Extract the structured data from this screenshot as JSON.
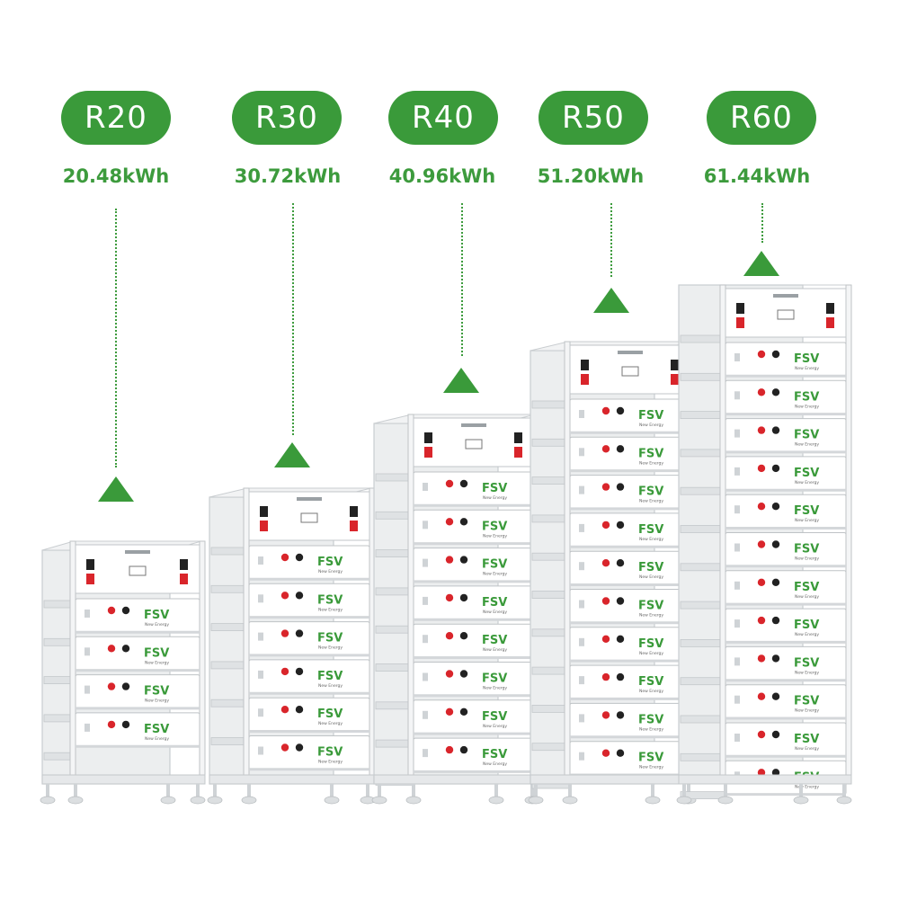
{
  "models": [
    {
      "name": "R20",
      "capacity": "20.48kWh",
      "modules": 4
    },
    {
      "name": "R30",
      "capacity": "30.72kWh",
      "modules": 6
    },
    {
      "name": "R40",
      "capacity": "40.96kWh",
      "modules": 8
    },
    {
      "name": "R50",
      "capacity": "51.20kWh",
      "modules": 10
    },
    {
      "name": "R60",
      "capacity": "61.44kWh",
      "modules": 12
    }
  ],
  "module_brand": "FSV",
  "module_subtitle": "New Energy",
  "colors": {
    "accent": "#3a9a3a",
    "label": "#3d9b3d",
    "terminal_red": "#d9252b",
    "terminal_black": "#222222"
  }
}
